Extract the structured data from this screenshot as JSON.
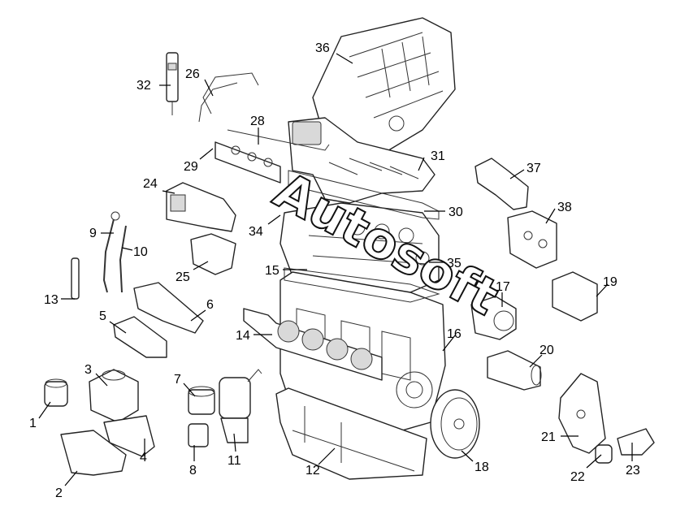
{
  "callouts": [
    "1",
    "2",
    "3",
    "4",
    "5",
    "6",
    "7",
    "8",
    "9",
    "10",
    "11",
    "12",
    "13",
    "14",
    "15",
    "16",
    "17",
    "18",
    "19",
    "20",
    "21",
    "22",
    "23",
    "24",
    "25",
    "26",
    "28",
    "29",
    "30",
    "31",
    "32",
    "34",
    "35",
    "36",
    "37",
    "38"
  ],
  "watermark": {
    "text": "Autosoft"
  }
}
